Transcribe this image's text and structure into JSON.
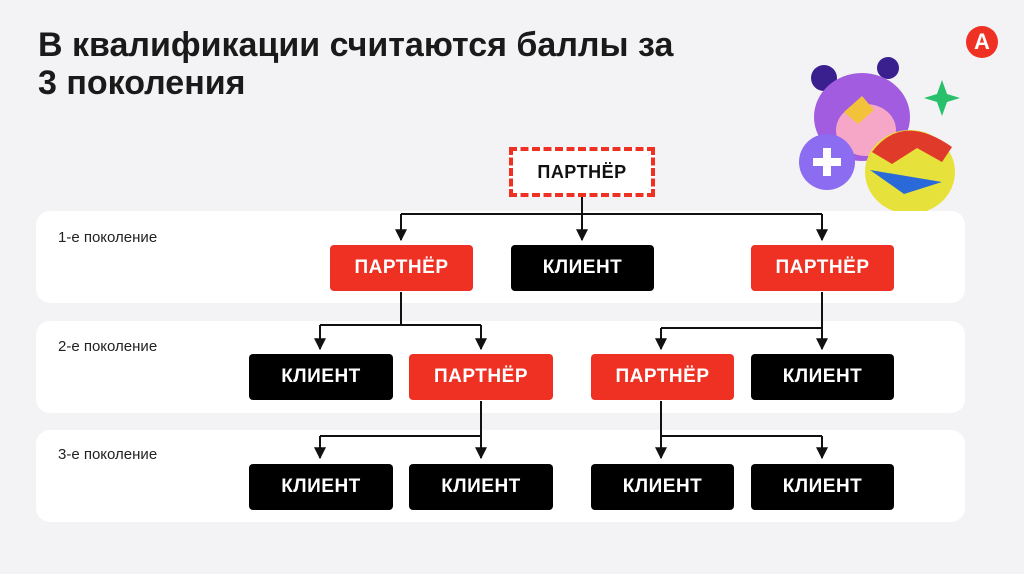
{
  "title": "В квалификации считаются баллы за 3 поколения",
  "logo_letter": "А",
  "root": {
    "label": "ПАРТНЁР"
  },
  "generations": [
    {
      "label": "1-е поколение",
      "nodes": [
        {
          "label": "ПАРТНЁР",
          "type": "partner"
        },
        {
          "label": "КЛИЕНТ",
          "type": "client"
        },
        {
          "label": "ПАРТНЁР",
          "type": "partner"
        }
      ]
    },
    {
      "label": "2-е поколение",
      "nodes": [
        {
          "label": "КЛИЕНТ",
          "type": "client"
        },
        {
          "label": "ПАРТНЁР",
          "type": "partner"
        },
        {
          "label": "ПАРТНЁР",
          "type": "partner"
        },
        {
          "label": "КЛИЕНТ",
          "type": "client"
        }
      ]
    },
    {
      "label": "3-е поколение",
      "nodes": [
        {
          "label": "КЛИЕНТ",
          "type": "client"
        },
        {
          "label": "КЛИЕНТ",
          "type": "client"
        },
        {
          "label": "КЛИЕНТ",
          "type": "client"
        },
        {
          "label": "КЛИЕНТ",
          "type": "client"
        }
      ]
    }
  ],
  "colors": {
    "partner": "#ef3124",
    "client": "#000000",
    "accent": "#ef3124"
  },
  "illustration": {
    "icons": [
      "character-purple-icon",
      "plus-badge-icon",
      "character-yellow-icon",
      "sparkle-icon"
    ]
  }
}
